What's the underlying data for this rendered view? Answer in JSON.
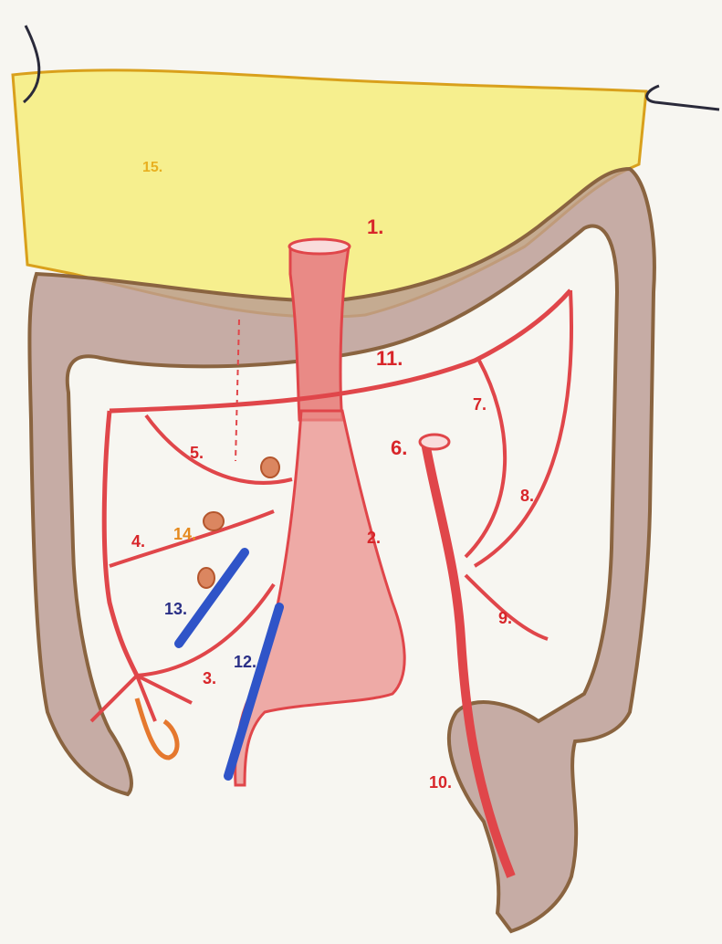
{
  "colors": {
    "artery": "#e0464a",
    "artery_fill": "#e98a86",
    "vein": "#2f54c8",
    "colon_fill": "#b99a92",
    "colon_outline": "#8a6440",
    "omentum_fill": "#f6ef8e",
    "omentum_outline": "#d9a01c",
    "lymph_node": "#d36a3c",
    "appendix": "#e5782e",
    "label_red": "#d8262a",
    "label_blue": "#2a2f86",
    "label_orange": "#e58a1f",
    "label_yellow": "#e8b020"
  },
  "labels": [
    {
      "id": "1",
      "text": "1.",
      "color": "label_red"
    },
    {
      "id": "2",
      "text": "2.",
      "color": "label_red"
    },
    {
      "id": "3",
      "text": "3.",
      "color": "label_red"
    },
    {
      "id": "4",
      "text": "4.",
      "color": "label_red"
    },
    {
      "id": "5",
      "text": "5.",
      "color": "label_red"
    },
    {
      "id": "6",
      "text": "6.",
      "color": "label_red"
    },
    {
      "id": "7",
      "text": "7.",
      "color": "label_red"
    },
    {
      "id": "8",
      "text": "8.",
      "color": "label_red"
    },
    {
      "id": "9",
      "text": "9.",
      "color": "label_red"
    },
    {
      "id": "10",
      "text": "10.",
      "color": "label_red"
    },
    {
      "id": "11",
      "text": "11.",
      "color": "label_red"
    },
    {
      "id": "12",
      "text": "12.",
      "color": "label_blue"
    },
    {
      "id": "13",
      "text": "13.",
      "color": "label_blue"
    },
    {
      "id": "14",
      "text": "14.",
      "color": "label_orange"
    },
    {
      "id": "15",
      "text": "15.",
      "color": "label_yellow"
    }
  ]
}
